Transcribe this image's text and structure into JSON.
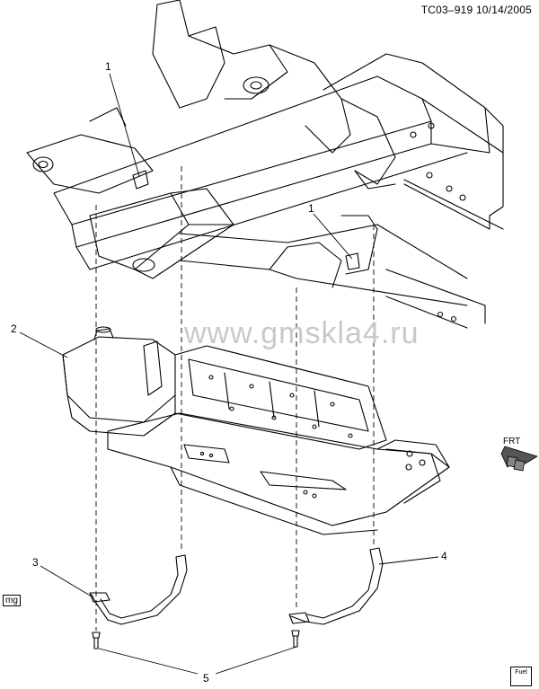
{
  "header": {
    "code": "TC03–919",
    "date": "10/14/2005"
  },
  "watermark": "www.gmskla4.ru",
  "callouts": {
    "c1a": "1",
    "c1b": "1",
    "c2": "2",
    "c3": "3",
    "c4": "4",
    "c5": "5"
  },
  "corner_tag": "mg",
  "front_arrow": "FRT",
  "fuel_icon_label": "Fuel"
}
